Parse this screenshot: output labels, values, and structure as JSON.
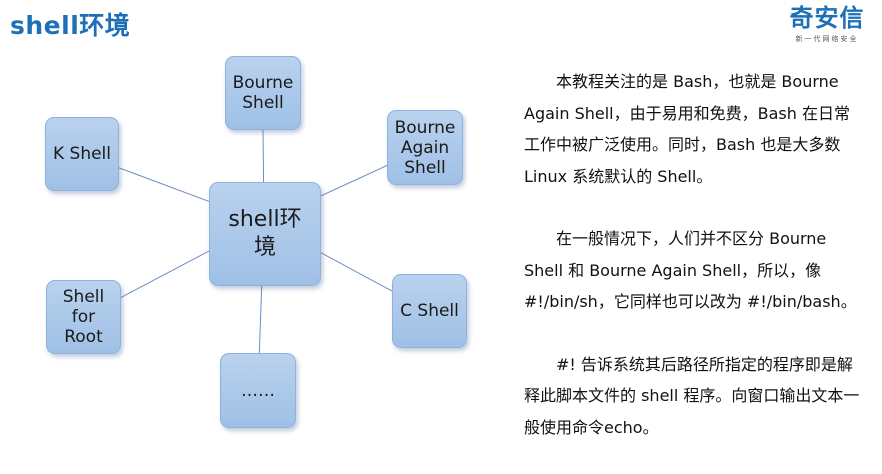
{
  "slide": {
    "title": "shell环境"
  },
  "logo": {
    "name": "奇安信",
    "tagline": "新一代网络安全"
  },
  "diagram": {
    "center": "shell环\n境",
    "nodes": {
      "top": "Bourne\nShell",
      "top_right": "Bourne\nAgain\nShell",
      "right": "C Shell",
      "bottom": "……",
      "bottom_left": "Shell\nfor\nRoot",
      "top_left": "K Shell"
    }
  },
  "paragraphs": [
    "本教程关注的是 Bash，也就是 Bourne Again Shell，由于易用和免费，Bash 在日常工作中被广泛使用。同时，Bash 也是大多数Linux 系统默认的 Shell。",
    "在一般情况下，人们并不区分 Bourne Shell 和 Bourne Again Shell，所以，像 #!/bin/sh，它同样也可以改为 #!/bin/bash。",
    "#! 告诉系统其后路径所指定的程序即是解释此脚本文件的 shell 程序。向窗口输出文本一般使用命令echo。"
  ]
}
